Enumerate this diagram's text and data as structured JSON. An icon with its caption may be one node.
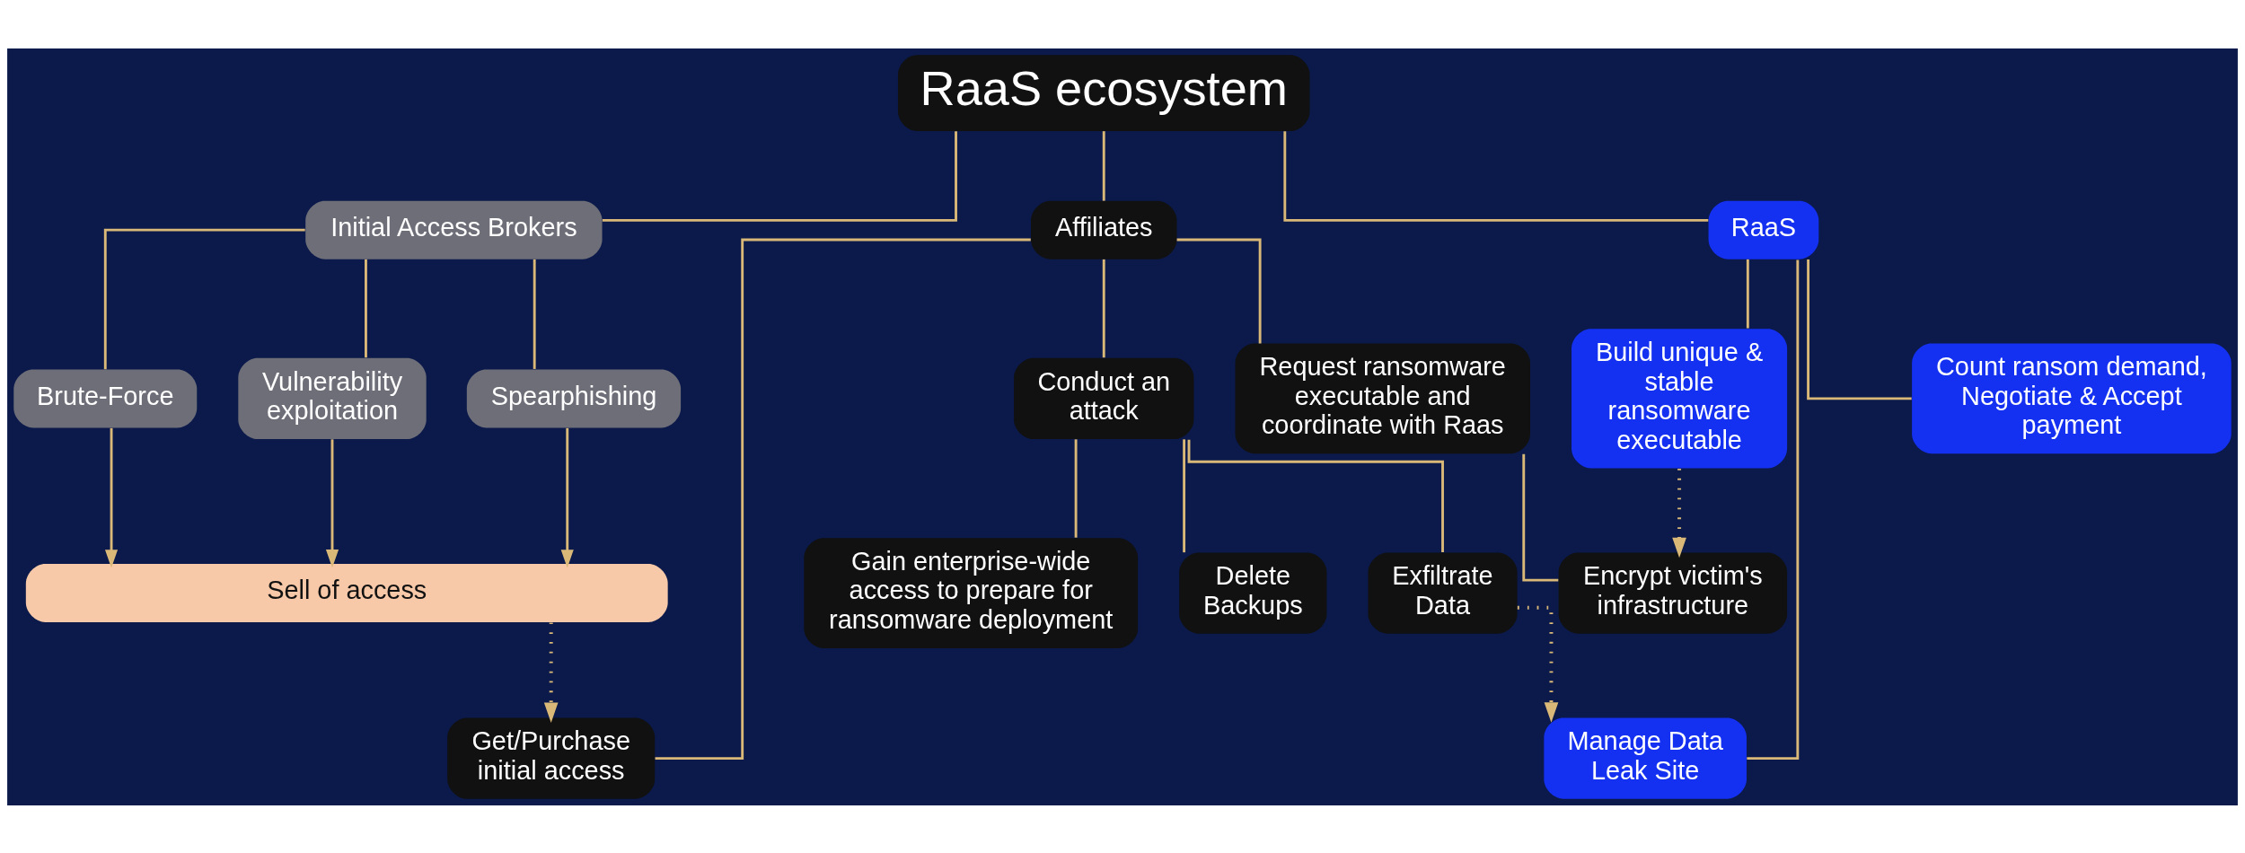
{
  "diagram": {
    "nodes": [
      {
        "text": [
          "RaaS ecosystem"
        ]
      },
      {
        "text": [
          "Initial Access Brokers"
        ]
      },
      {
        "text": [
          "Affiliates"
        ]
      },
      {
        "text": [
          "RaaS"
        ]
      },
      {
        "text": [
          "Brute-Force"
        ]
      },
      {
        "text": [
          "Vulnerability exploitation"
        ]
      },
      {
        "text": [
          "Spearphishing"
        ]
      },
      {
        "text": [
          "Sell of access"
        ]
      },
      {
        "text": [
          "Get/Purchase initial access"
        ]
      },
      {
        "text": [
          "Conduct an attack"
        ]
      },
      {
        "text": [
          "Request ransomware executable and coordinate with Raas"
        ]
      },
      {
        "text": [
          "Encrypt victim's infrastructure"
        ]
      },
      {
        "text": [
          "Build unique & stable ransomware executable"
        ]
      },
      {
        "text": [
          "Manage Data Leak Site"
        ]
      },
      {
        "text": [
          "Count ransom demand, Negotiate & Accept payment"
        ]
      },
      {
        "text": [
          "Gain enterprise-wide access to prepare for ransomware deployment"
        ]
      },
      {
        "text": [
          "Delete Backups"
        ]
      },
      {
        "text": [
          "Exfiltrate Data"
        ]
      }
    ],
    "edges": [
      {
        "from": 0,
        "to": 1,
        "arrow": "none"
      },
      {
        "from": 0,
        "to": 2,
        "arrow": "none"
      },
      {
        "from": 0,
        "to": 3,
        "arrow": "none"
      },
      {
        "from": 1,
        "to": 4,
        "arrow": "none"
      },
      {
        "from": 1,
        "to": 5,
        "arrow": "none"
      },
      {
        "from": 1,
        "to": 6,
        "arrow": "none"
      },
      {
        "from": 4,
        "to": 7,
        "arrow": "to"
      },
      {
        "from": 5,
        "to": 7,
        "arrow": "to"
      },
      {
        "from": 6,
        "to": 7,
        "arrow": "to"
      },
      {
        "from": 7,
        "to": 8,
        "arrow": "to",
        "style": "dashed"
      },
      {
        "from": 2,
        "to": 8,
        "arrow": "none"
      },
      {
        "from": 2,
        "to": 9,
        "arrow": "none"
      },
      {
        "from": 2,
        "to": 10,
        "arrow": "none"
      },
      {
        "from": 10,
        "to": 11,
        "arrow": "none"
      },
      {
        "from": 12,
        "to": 11,
        "arrow": "to",
        "style": "dashed"
      },
      {
        "from": 3,
        "to": 12,
        "arrow": "none"
      },
      {
        "from": 3,
        "to": 13,
        "arrow": "none"
      },
      {
        "from": 3,
        "to": 14,
        "arrow": "none"
      },
      {
        "from": 9,
        "to": 15,
        "arrow": "none"
      },
      {
        "from": 9,
        "to": 16,
        "arrow": "none"
      },
      {
        "from": 9,
        "to": 17,
        "arrow": "none"
      },
      {
        "from": 17,
        "to": 13,
        "arrow": "to",
        "style": "dashed"
      }
    ]
  }
}
